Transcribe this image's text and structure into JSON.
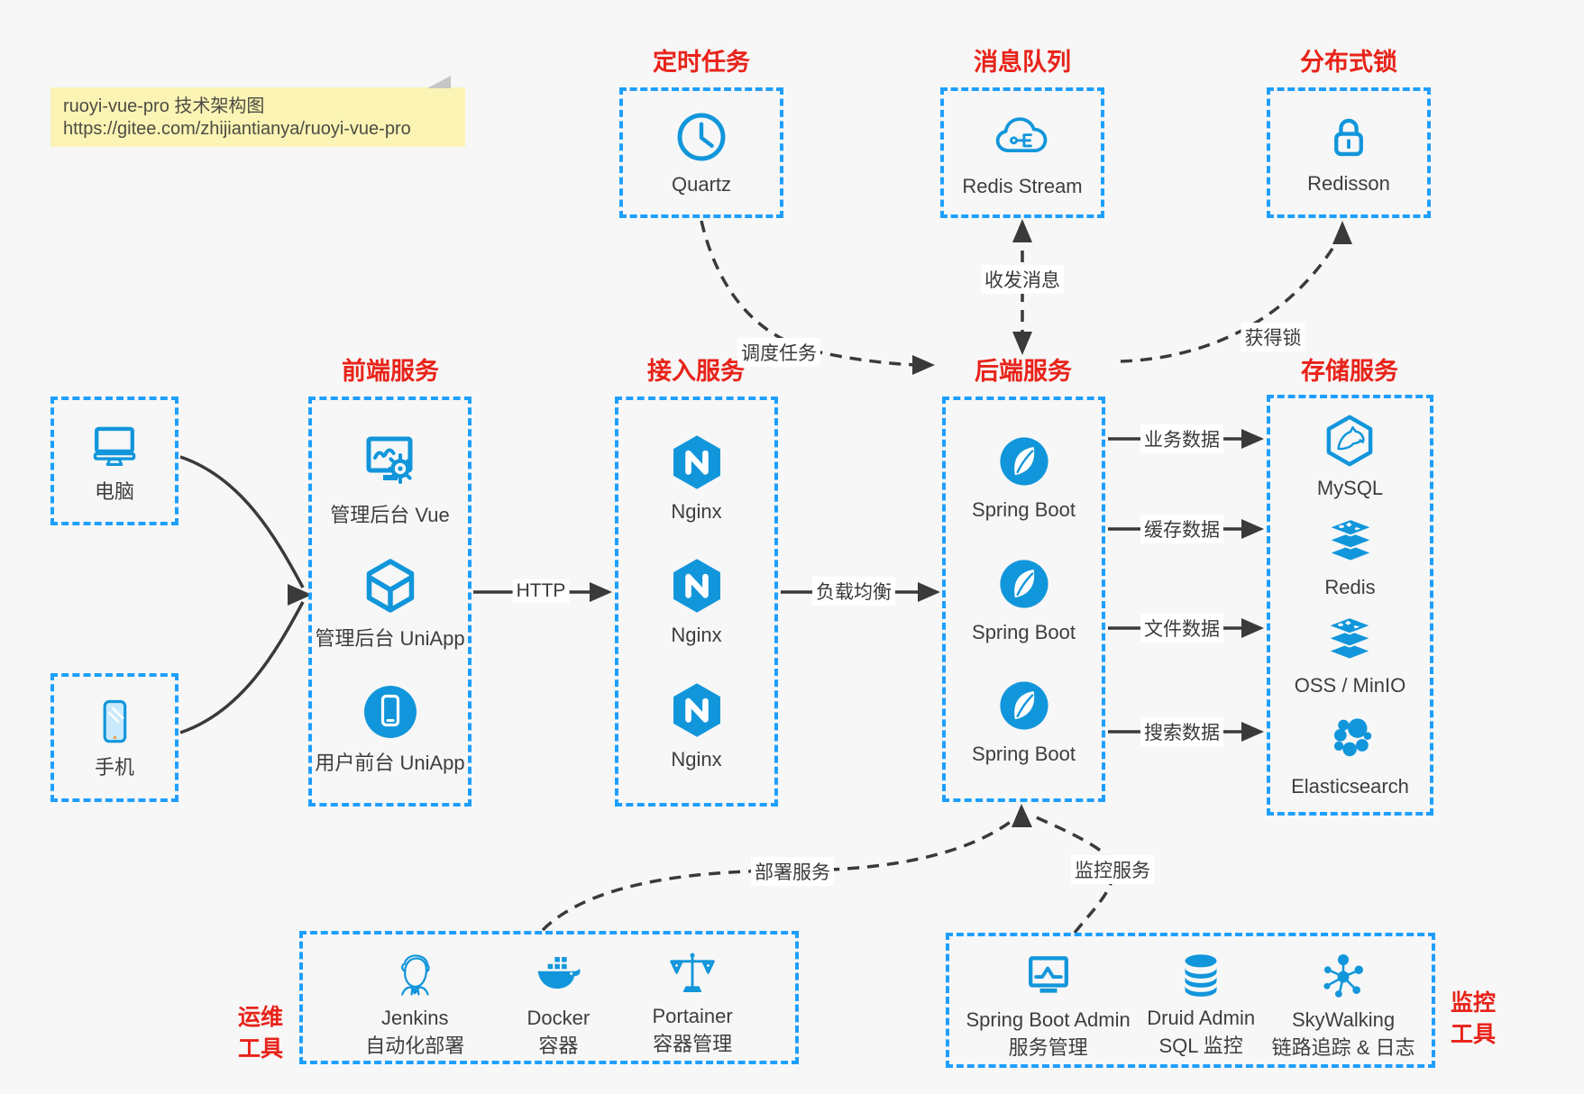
{
  "colors": {
    "accent_blue": "#1e9fff",
    "icon_blue": "#1296db",
    "title_red": "#e8231a",
    "arrow_gray": "#3a3a3a",
    "note_bg": "#fbf4b4",
    "canvas_bg": "#f7f7f7"
  },
  "note": {
    "line1": "ruoyi-vue-pro 技术架构图",
    "line2": "https://gitee.com/zhijiantianya/ruoyi-vue-pro"
  },
  "top_services": [
    {
      "title": "定时任务",
      "label": "Quartz",
      "icon": "clock-icon"
    },
    {
      "title": "消息队列",
      "label": "Redis Stream",
      "icon": "cloud-circuit-icon"
    },
    {
      "title": "分布式锁",
      "label": "Redisson",
      "icon": "lock-icon"
    }
  ],
  "clients": [
    {
      "label": "电脑",
      "icon": "desktop-icon"
    },
    {
      "label": "手机",
      "icon": "phone-icon"
    }
  ],
  "frontend": {
    "title": "前端服务",
    "items": [
      {
        "label": "管理后台 Vue",
        "icon": "vue-admin-icon"
      },
      {
        "label": "管理后台 UniApp",
        "icon": "uniapp-cube-icon"
      },
      {
        "label": "用户前台 UniApp",
        "icon": "user-uniapp-icon"
      }
    ]
  },
  "gateway": {
    "title": "接入服务",
    "items": [
      {
        "label": "Nginx",
        "icon": "nginx-icon"
      },
      {
        "label": "Nginx",
        "icon": "nginx-icon"
      },
      {
        "label": "Nginx",
        "icon": "nginx-icon"
      }
    ]
  },
  "backend": {
    "title": "后端服务",
    "items": [
      {
        "label": "Spring Boot",
        "icon": "spring-boot-icon"
      },
      {
        "label": "Spring Boot",
        "icon": "spring-boot-icon"
      },
      {
        "label": "Spring Boot",
        "icon": "spring-boot-icon"
      }
    ]
  },
  "storage": {
    "title": "存储服务",
    "items": [
      {
        "label": "MySQL",
        "icon": "mysql-icon"
      },
      {
        "label": "Redis",
        "icon": "redis-stack-icon"
      },
      {
        "label": "OSS / MinIO",
        "icon": "oss-stack-icon"
      },
      {
        "label": "Elasticsearch",
        "icon": "elasticsearch-icon"
      }
    ]
  },
  "ops": {
    "title_lines": [
      "运维",
      "工具"
    ],
    "items": [
      {
        "name": "Jenkins",
        "desc": "自动化部署",
        "icon": "jenkins-icon"
      },
      {
        "name": "Docker",
        "desc": "容器",
        "icon": "docker-icon"
      },
      {
        "name": "Portainer",
        "desc": "容器管理",
        "icon": "portainer-icon"
      }
    ]
  },
  "monitoring": {
    "title_lines": [
      "监控",
      "工具"
    ],
    "items": [
      {
        "name": "Spring Boot Admin",
        "desc": "服务管理",
        "icon": "spring-boot-admin-icon"
      },
      {
        "name": "Druid Admin",
        "desc": "SQL 监控",
        "icon": "druid-database-icon"
      },
      {
        "name": "SkyWalking",
        "desc": "链路追踪 & 日志",
        "icon": "skywalking-icon"
      }
    ]
  },
  "edges": {
    "http": "HTTP",
    "load_balance": "负载均衡",
    "schedule": "调度任务",
    "messaging": "收发消息",
    "lock": "获得锁",
    "business": "业务数据",
    "cache": "缓存数据",
    "file": "文件数据",
    "search": "搜索数据",
    "deploy": "部署服务",
    "monitor": "监控服务"
  }
}
